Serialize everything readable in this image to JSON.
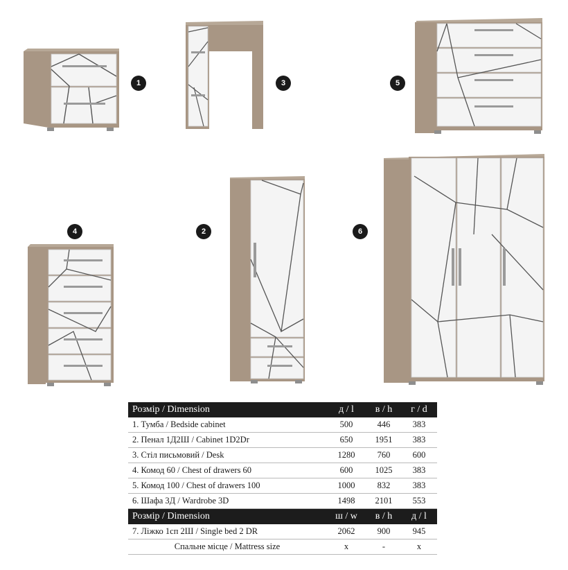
{
  "badges": [
    "1",
    "2",
    "3",
    "4",
    "5",
    "6"
  ],
  "table": {
    "header1": {
      "label": "Розмір / Dimension",
      "c1": "д / l",
      "c2": "в / h",
      "c3": "г / d"
    },
    "rows1": [
      {
        "name": "1. Тумба / Bedside cabinet",
        "v1": "500",
        "v2": "446",
        "v3": "383"
      },
      {
        "name": "2. Пенал 1Д2Ш / Cabinet 1D2Dr",
        "v1": "650",
        "v2": "1951",
        "v3": "383"
      },
      {
        "name": "3. Стіл письмовий / Desk",
        "v1": "1280",
        "v2": "760",
        "v3": "600"
      },
      {
        "name": "4. Комод 60 / Chest of drawers 60",
        "v1": "600",
        "v2": "1025",
        "v3": "383"
      },
      {
        "name": "5. Комод 100 / Chest of drawers 100",
        "v1": "1000",
        "v2": "832",
        "v3": "383"
      },
      {
        "name": "6. Шафа 3Д / Wardrobe 3D",
        "v1": "1498",
        "v2": "2101",
        "v3": "553"
      }
    ],
    "header2": {
      "label": "Розмір / Dimension",
      "c1": "ш / w",
      "c2": "в / h",
      "c3": "д / l"
    },
    "rows2": [
      {
        "name": "7. Ліжко 1сп 2Ш / Single bed 2 DR",
        "v1": "2062",
        "v2": "900",
        "v3": "945"
      },
      {
        "name": "Спальне місце / Mattress size",
        "v1": "x",
        "v2": "-",
        "v3": "x"
      }
    ]
  }
}
